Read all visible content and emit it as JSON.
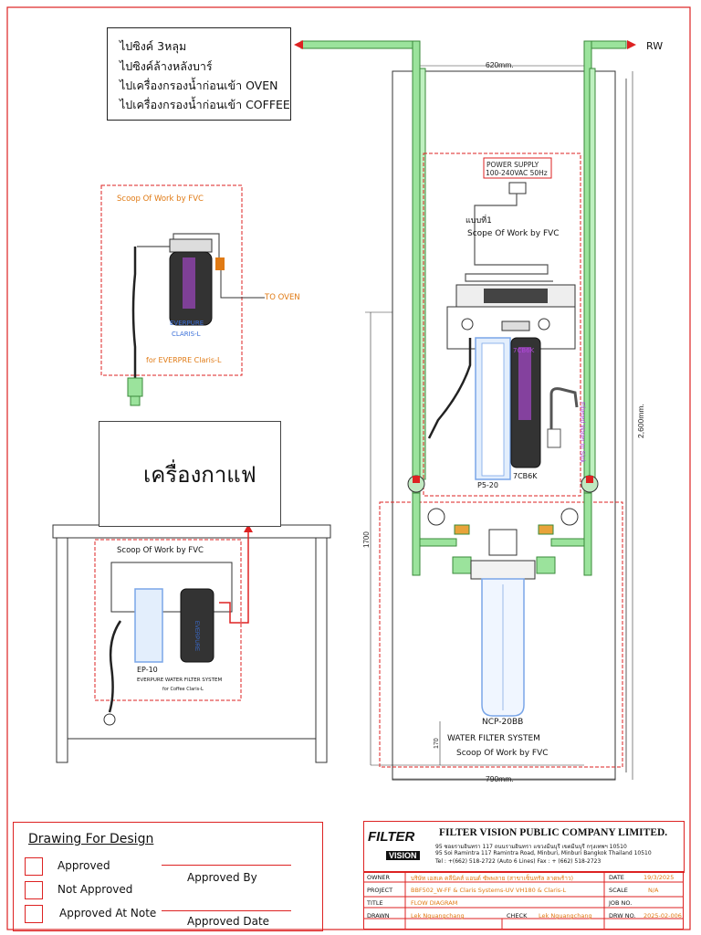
{
  "destinations": {
    "line1": "ไปซิงค์ 3หลุม",
    "line2": "ไปซิงค์ล้างหลังบาร์",
    "line3": "ไปเครื่องกรองน้ำก่อนเข้า OVEN",
    "line4": "ไปเครื่องกรองน้ำก่อนเข้า COFFEE"
  },
  "labels": {
    "rw": "RW",
    "dim_620": "620mm.",
    "dim_790": "790mm.",
    "dim_2600": "2,600mm.",
    "dim_1700": "1700",
    "dim_170": "170",
    "power_supply": "POWER SUPPLY",
    "power_spec": "100-240VAC 50Hz",
    "plug_thai": "แบบที่1",
    "scope_fvc": "Scope Of Work by FVC",
    "scope_oven": "Scoop Of Work by FVC",
    "scope_coffee": "Scoop Of Work by FVC",
    "scope_main": "Scoop Of Work by FVC",
    "to_oven": "TO OVEN",
    "everpure": "EVERPURE",
    "claris": "CLARIS-L",
    "for_claris": "for EVERPRE Claris-L",
    "coffee_machine": "เครื่องกาแฟ",
    "ep10": "EP-10",
    "coffee_system": "EVERPURE WATER FILTER SYSTEM",
    "coffee_sub": "for Coffee Claris-L",
    "p5_20": "P5-20",
    "cb6k_top": "7CB6K",
    "cb6k_bottom": "7CB6K",
    "ncp": "NCP-20BB",
    "water_filter_system": "WATER FILTER SYSTEM",
    "faucet_label": "Filtered Water to Sink"
  },
  "design_panel": {
    "title": "Drawing For Design",
    "approved": "Approved",
    "not_approved": "Not Approved",
    "approved_at_note": "Approved At Note",
    "approved_by": "Approved By",
    "approved_date": "Approved Date"
  },
  "title_block": {
    "company": "FILTER VISION PUBLIC COMPANY LIMITED.",
    "logo_top": "FILTER",
    "logo_bottom": "VISION",
    "addr_thai": "95 ซอยรามอินทรา 117 ถนนรามอินทรา แขวงมีนบุรี เขตมีนบุรี กรุงเทพฯ 10510",
    "addr_en": "95 Soi Ramintra 117 Ramintra Road, Minburi, Minburi Bangkok Thailand 10510",
    "phone": "Tel : +(662) 518-2722 (Auto 6 Lines)  Fax : + (662) 518-2723",
    "owner_label": "OWNER",
    "owner_value": "บริษัท เอสเค คลีนิคส์ แอนด์ ซัพพลาย (สาขาเซ็นทรัล ลาดพร้าว)",
    "date_label": "DATE",
    "date_value": "19/3/2025",
    "project_label": "PROJECT",
    "project_value": "BBF502_W-FF & Claris Systems-UV VH180 & Claris-L",
    "scale_label": "SCALE",
    "scale_value": "N/A",
    "title_label": "TITLE",
    "title_value": "FLOW DIAGRAM",
    "job_label": "JOB NO.",
    "job_value": "",
    "drawn_label": "DRAWN",
    "drawn_value": "Lek Nguangchang",
    "check_label": "CHECK",
    "check_value": "Lek Nguangchang",
    "drw_label": "DRW NO.",
    "drw_value": "2025-02-006"
  },
  "colors": {
    "red_frame": "#dd2222",
    "pipe_green": "#58c25a",
    "label_orange": "#e07a14",
    "label_blue": "#3a6fd8",
    "cartridge_blue": "#7aa6e8",
    "purple": "#b04ad8"
  }
}
